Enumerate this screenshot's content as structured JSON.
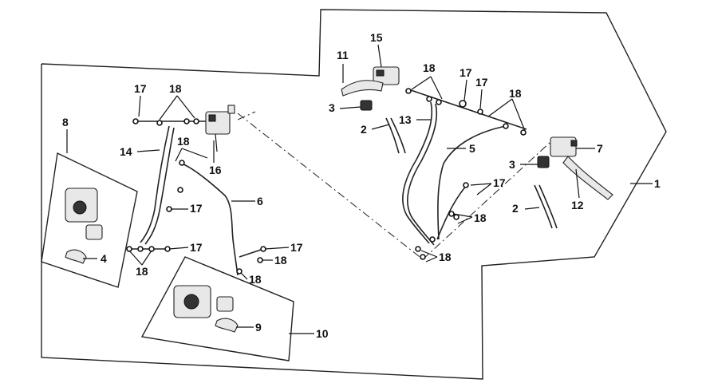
{
  "labels": {
    "l1": "1",
    "l2a": "2",
    "l2b": "2",
    "l3a": "3",
    "l3b": "3",
    "l4": "4",
    "l5": "5",
    "l6": "6",
    "l7": "7",
    "l8": "8",
    "l9": "9",
    "l10": "10",
    "l11": "11",
    "l12": "12",
    "l13": "13",
    "l14": "14",
    "l15": "15",
    "l16": "16",
    "l17a": "17",
    "l17b": "17",
    "l17c": "17",
    "l17d": "17",
    "l17e": "17",
    "l17f": "17",
    "l17g": "17",
    "l18a": "18",
    "l18b": "18",
    "l18c": "18",
    "l18d": "18",
    "l18e": "18",
    "l18f": "18",
    "l18g": "18",
    "l18h": "18"
  }
}
